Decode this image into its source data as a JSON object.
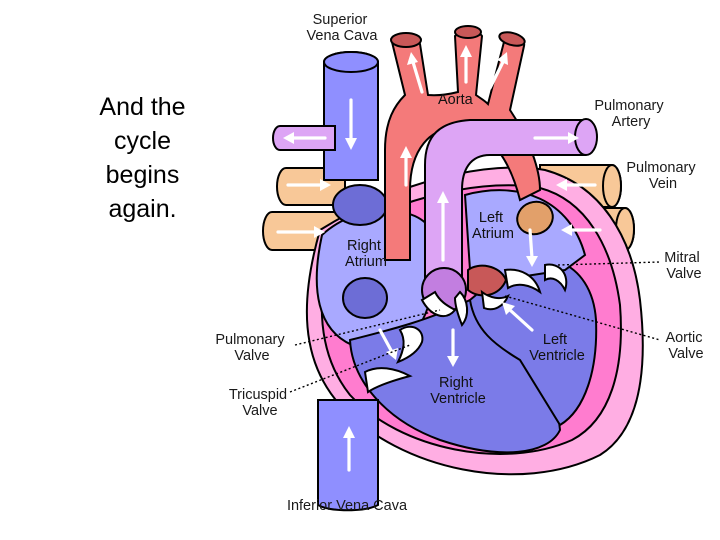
{
  "slide": {
    "text_lines": [
      "And the",
      "cycle",
      "begins",
      "again."
    ]
  },
  "labels": {
    "superior_vena_cava": [
      "Superior",
      "Vena Cava"
    ],
    "aorta": [
      "Aorta"
    ],
    "pulmonary_artery": [
      "Pulmonary",
      "Artery"
    ],
    "pulmonary_vein": [
      "Pulmonary",
      "Vein"
    ],
    "left_atrium": [
      "Left",
      "Atrium"
    ],
    "right_atrium": [
      "Right",
      "Atrium"
    ],
    "mitral_valve": [
      "Mitral",
      "Valve"
    ],
    "aortic_valve": [
      "Aortic",
      "Valve"
    ],
    "pulmonary_valve": [
      "Pulmonary",
      "Valve"
    ],
    "tricuspid_valve": [
      "Tricuspid",
      "Valve"
    ],
    "left_ventricle": [
      "Left",
      "Ventricle"
    ],
    "right_ventricle": [
      "Right",
      "Ventricle"
    ],
    "inferior_vena_cava": [
      "Inferior Vena Cava"
    ]
  },
  "colors": {
    "vena_cava": "#8f8fff",
    "right_atrium": "#a9a9ff",
    "right_ventricle": "#7b7be8",
    "left_side": "#a9a9ff",
    "aorta": "#f47a7a",
    "aorta_dark": "#c85858",
    "pulmonary_artery": "#dda5f5",
    "pulmonary_vein": "#f8c898",
    "myocardium": "#ff7ccf",
    "pericardium": "#ffaee3",
    "valve": "#ffffff"
  }
}
